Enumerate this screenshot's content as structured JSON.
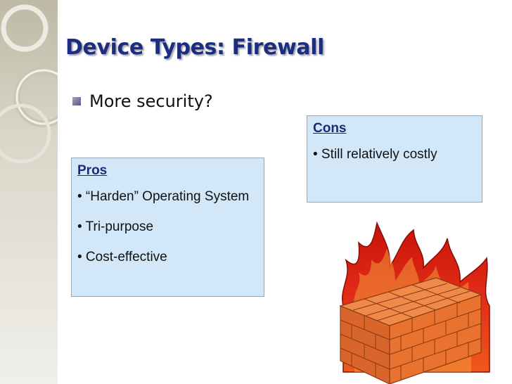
{
  "slide": {
    "title": "Device Types: Firewall",
    "bullet": "More security?"
  },
  "pros": {
    "heading": "Pros",
    "items": [
      "• “Harden” Operating System",
      "• Tri-purpose",
      "• Cost-effective"
    ]
  },
  "cons": {
    "heading": "Cons",
    "items": [
      "• Still relatively costly"
    ]
  },
  "colors": {
    "title": "#1c2d80",
    "box_background": "#d2e8f8",
    "box_heading": "#1c2a78",
    "brick": "#e9732e",
    "flame": "#e21f0c"
  },
  "icons": {
    "decoration": "concentric-rings-decoration",
    "firewall": "firewall-icon",
    "bullet": "square-bullet-icon"
  }
}
